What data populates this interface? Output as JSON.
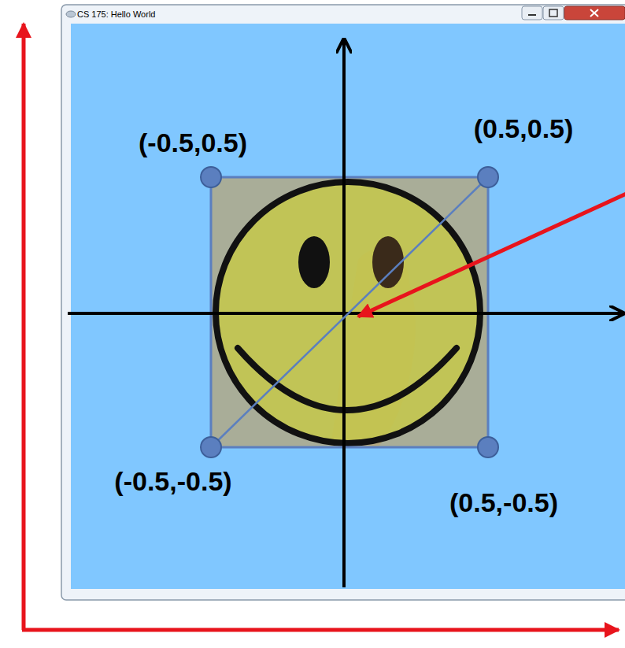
{
  "diagram": {
    "labels": [
      "CS 175: Hello World",
      "(-0.5,0.5)",
      "(0.5,0.5)",
      "(-0.5,-0.5)",
      "(0.5,-0.5)"
    ]
  }
}
